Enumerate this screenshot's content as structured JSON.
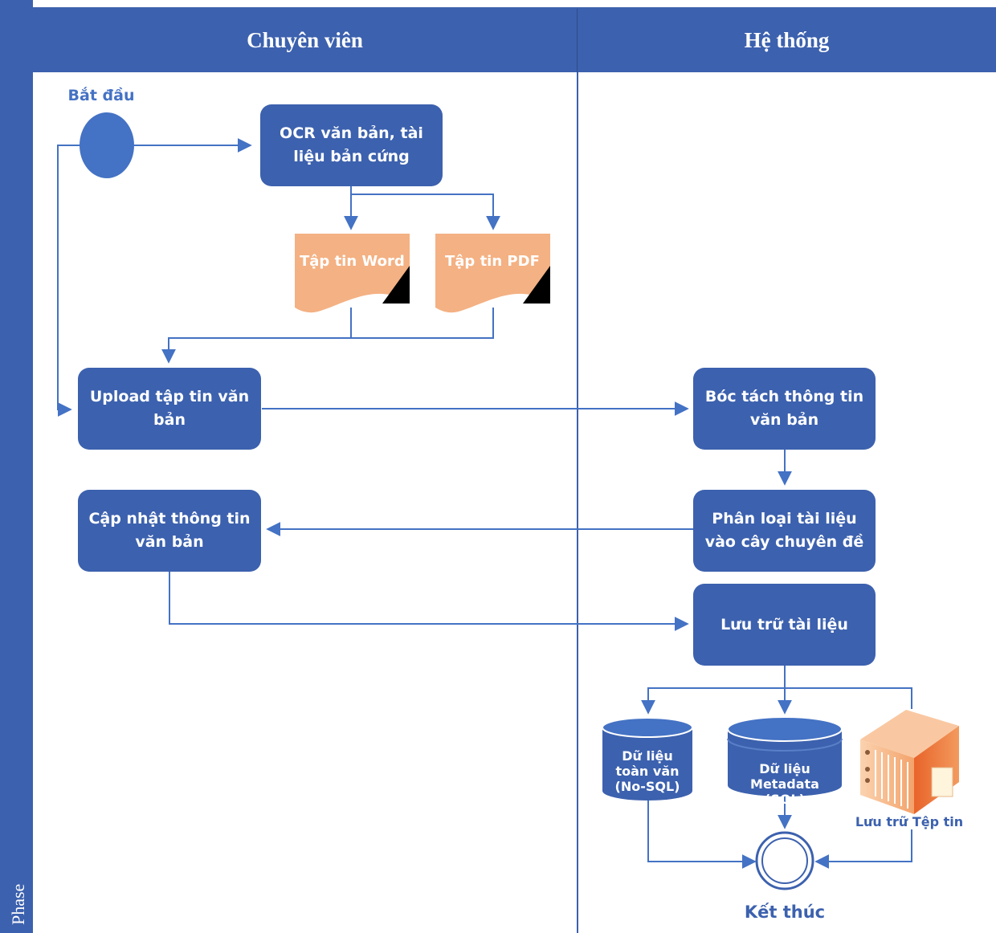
{
  "lanes": {
    "phase": "Phase",
    "left": "Chuyên viên",
    "right": "Hệ thống"
  },
  "nodes": {
    "start": "Bắt đầu",
    "ocr": "OCR văn bản, tài liệu bản cứng",
    "word_file": "Tập tin Word",
    "pdf_file": "Tập tin PDF",
    "upload": "Upload tập tin văn bản",
    "extract": "Bóc tách thông tin văn bản",
    "classify": "Phân loại tài liệu vào cây chuyên đề",
    "update": "Cập nhật thông tin văn bản",
    "store": "Lưu trữ tài liệu",
    "fulltext_db": "Dữ liệu toàn văn (No-SQL)",
    "metadata_db": "Dữ liệu Metadata (SQL)",
    "file_storage": "Lưu trữ Tệp tin",
    "end": "Kết thúc"
  },
  "colors": {
    "primary": "#3C61AE",
    "start_node": "#4472C4",
    "document": "#F4B183",
    "connector": "#4472C4",
    "server": "#F08A4B"
  }
}
